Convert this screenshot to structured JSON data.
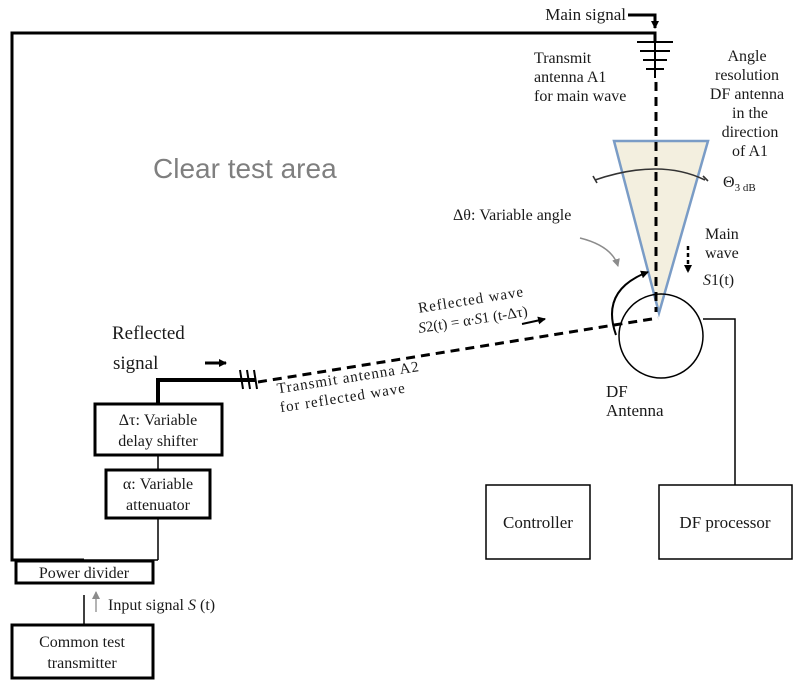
{
  "labels": {
    "main_signal": "Main signal",
    "transmit_a1_l1": "Transmit",
    "transmit_a1_l2": "antenna A1",
    "transmit_a1_l3": "for main wave",
    "angle_res_l1": "Angle",
    "angle_res_l2": "resolution",
    "angle_res_l3": "DF antenna",
    "angle_res_l4": "in the",
    "angle_res_l5": "direction",
    "angle_res_l6": "of A1",
    "theta_symbol": "Θ",
    "theta_sub": "3 dB",
    "clear_test_area": "Clear test area",
    "variable_angle": "Δθ: Variable angle",
    "main_wave_l1": "Main",
    "main_wave_l2": "wave",
    "s1_var": "S",
    "s1_rest": "1(t)",
    "reflected_wave": "Reflected wave",
    "s2_a": "S",
    "s2_b": "2(t) = α∙",
    "s2_c": "S",
    "s2_d": "1 (t-Δτ)",
    "reflected_signal_l1": "Reflected",
    "reflected_signal_l2": "signal",
    "transmit_a2_l1": "Transmit antenna A2",
    "transmit_a2_l2": "for reflected wave",
    "df_antenna_l1": "DF",
    "df_antenna_l2": "Antenna",
    "input_signal_a": "Input signal ",
    "input_signal_b": "S",
    "input_signal_c": " (t)"
  },
  "boxes": {
    "delay_l1": "Δτ: Variable",
    "delay_l2": "delay shifter",
    "atten_l1": "α: Variable",
    "atten_l2": "attenuator",
    "power_divider": "Power divider",
    "common_l1": "Common test",
    "common_l2": "transmitter",
    "controller": "Controller",
    "df_processor": "DF processor"
  },
  "colors": {
    "beam_fill": "#f3efdf",
    "beam_stroke": "#7a9cc6",
    "arc_gray": "#8c8c8c",
    "clear_text": "#7f7f7f"
  }
}
